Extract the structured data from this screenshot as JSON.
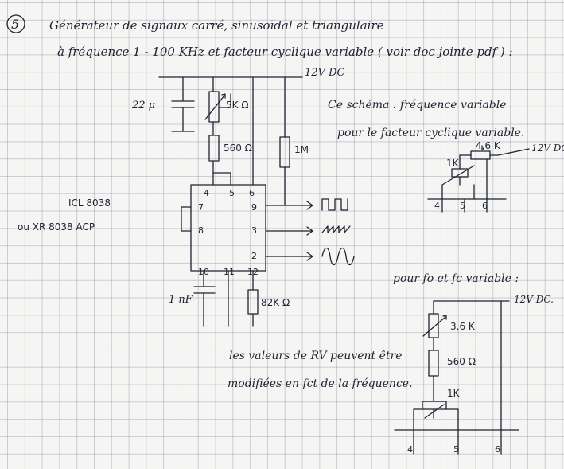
{
  "header": {
    "number": "5",
    "line1": "Générateur de signaux carré, sinusoïdal et triangulaire",
    "line2": "à fréquence 1 - 100 KHz et facteur cyclique variable ( voir doc jointe pdf ) :"
  },
  "main_circuit": {
    "supply": "12V DC",
    "cap_top": "22 μ",
    "pot_5k": "5K Ω",
    "res_560": "560 Ω",
    "res_1m": "1M",
    "ic_pins_top": [
      "4",
      "5",
      "6"
    ],
    "pin_7": "7",
    "pin_8": "8",
    "pins_bottom": [
      "10",
      "11",
      "12"
    ],
    "out_9": "9",
    "out_3": "3",
    "out_2": "2",
    "cap_1nf": "1 nF",
    "res_82k": "82K Ω",
    "chip_name": "ICL 8038",
    "chip_alt": "ou XR 8038 ACP"
  },
  "variant_freq": {
    "title_line1": "Ce schéma : fréquence variable",
    "title_line2": "pour le facteur cyclique variable.",
    "pot_4k6": "4,6 K",
    "supply": "12V DC",
    "pot_1k": "1K",
    "pins": [
      "4",
      "5",
      "6"
    ]
  },
  "variant_both": {
    "title": "pour fo et fc variable :",
    "supply": "12V DC.",
    "pot_3k6": "3,6 K",
    "res_560": "560 Ω",
    "pot_1k": "1K",
    "pins": [
      "4",
      "5",
      "6"
    ]
  },
  "note": {
    "line1": "les valeurs de RV peuvent être",
    "line2": "modifiées en fct de la fréquence."
  }
}
